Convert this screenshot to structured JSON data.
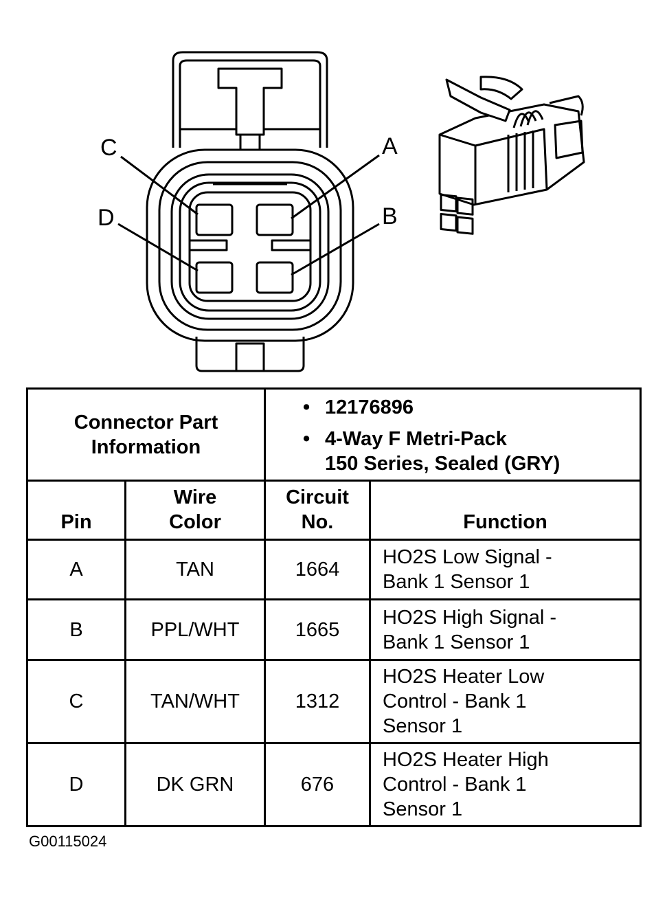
{
  "pin_callouts": [
    "A",
    "B",
    "C",
    "D"
  ],
  "connector_info": {
    "label_line1": "Connector Part",
    "label_line2": "Information",
    "part_number": "12176896",
    "description_line1": "4-Way F Metri-Pack",
    "description_line2": "150 Series, Sealed (GRY)"
  },
  "table": {
    "headers": {
      "pin": "Pin",
      "wire_color_line1": "Wire",
      "wire_color_line2": "Color",
      "circuit_line1": "Circuit",
      "circuit_line2": "No.",
      "function": "Function"
    },
    "rows": [
      {
        "pin": "A",
        "wire_color": "TAN",
        "circuit": "1664",
        "function": [
          "HO2S Low Signal -",
          "Bank 1 Sensor 1"
        ]
      },
      {
        "pin": "B",
        "wire_color": "PPL/WHT",
        "circuit": "1665",
        "function": [
          "HO2S High Signal -",
          "Bank 1 Sensor 1"
        ]
      },
      {
        "pin": "C",
        "wire_color": "TAN/WHT",
        "circuit": "1312",
        "function": [
          "HO2S Heater Low",
          "Control - Bank 1",
          "Sensor 1"
        ]
      },
      {
        "pin": "D",
        "wire_color": "DK GRN",
        "circuit": "676",
        "function": [
          "HO2S Heater High",
          "Control - Bank 1",
          "Sensor 1"
        ]
      }
    ]
  },
  "figure_code": "G00115024"
}
